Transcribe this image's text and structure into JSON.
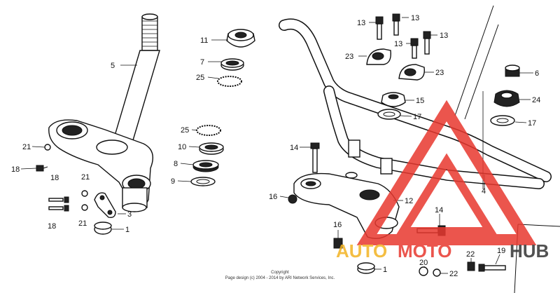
{
  "labels": {
    "p1a": "1",
    "p1b": "1",
    "p3": "3",
    "p4": "4",
    "p5": "5",
    "p6": "6",
    "p7": "7",
    "p8": "8",
    "p9": "9",
    "p10": "10",
    "p11": "11",
    "p12": "12",
    "p13a": "13",
    "p13b": "13",
    "p13c": "13",
    "p13d": "13",
    "p14a": "14",
    "p14b": "14",
    "p15": "15",
    "p16a": "16",
    "p16b": "16",
    "p17a": "17",
    "p17b": "17",
    "p18a": "18",
    "p18b": "18",
    "p18c": "18",
    "p19": "19",
    "p20": "20",
    "p21a": "21",
    "p21b": "21",
    "p21c": "21",
    "p22a": "22",
    "p22b": "22",
    "p23a": "23",
    "p23b": "23",
    "p24": "24",
    "p25a": "25",
    "p25b": "25"
  },
  "copyright": {
    "line1": "Copyright",
    "line2": "Page design (c) 2004 - 2014 by ARI Network Services, Inc."
  },
  "watermark": {
    "text_auto": "AUTO",
    "text_moto": "MOTO",
    "text_hub": "HUB",
    "colors": {
      "triangle": "#e8382f",
      "auto": "#f3b323",
      "moto": "#e8382f",
      "hub": "#333333"
    }
  }
}
